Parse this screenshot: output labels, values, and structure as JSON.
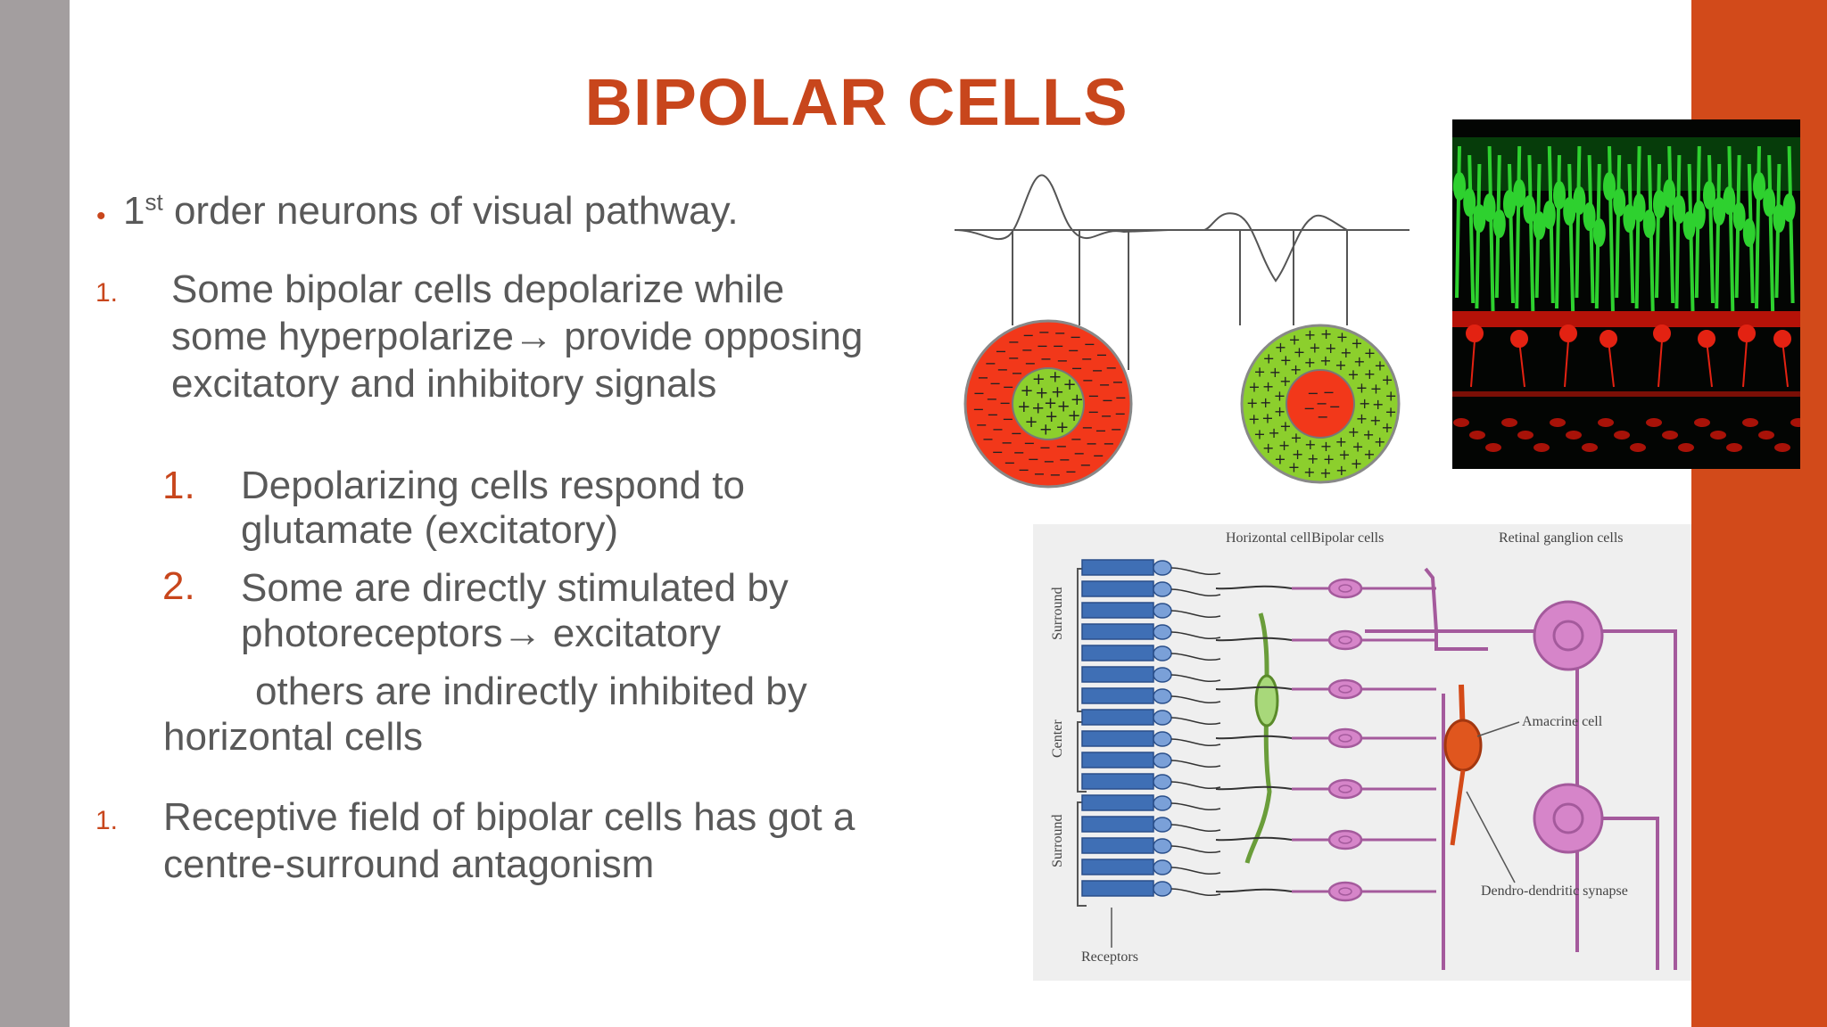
{
  "slide": {
    "title": "BIPOLAR CELLS",
    "colors": {
      "accent": "#c8461c",
      "left_bar": "#a39e9f",
      "right_bar": "#d24a1a",
      "body_text": "#595959"
    }
  },
  "content": {
    "bullet_marker": "•",
    "bullet_1": {
      "prefix": "1",
      "sup": "st",
      "rest": " order neurons of visual pathway."
    },
    "item_1": {
      "marker": "1.",
      "text": "Some bipolar cells depolarize while some hyperpolarize→ provide opposing excitatory and inhibitory signals"
    },
    "sub_1": {
      "marker": "1.",
      "text": "Depolarizing cells respond to glutamate (excitatory)"
    },
    "sub_2": {
      "marker": "2.",
      "line1": "Some are directly stimulated by",
      "line2": "photoreceptors→ excitatory"
    },
    "continuation": {
      "line1": "others are indirectly inhibited by",
      "line2": "horizontal cells"
    },
    "item_2": {
      "marker": "1.",
      "text": "Receptive field of bipolar cells has got a centre-surround antagonism"
    }
  },
  "figures": {
    "receptive_field_diagram": {
      "left_center_sign": "+",
      "left_surround_sign": "−",
      "right_center_sign": "−",
      "right_surround_sign": "+"
    },
    "micrograph": {
      "colors": [
        "#1fbf2a",
        "#e01a10",
        "#000000"
      ]
    },
    "retina_diagram": {
      "labels": {
        "horizontal": "Horizontal cell",
        "bipolar": "Bipolar cells",
        "ganglion": "Retinal ganglion cells",
        "amacrine": "Amacrine cell",
        "dendro": "Dendro-dendritic synapse",
        "receptors": "Receptors",
        "surround_top": "Surround",
        "center": "Center",
        "surround_bottom": "Surround"
      }
    }
  }
}
